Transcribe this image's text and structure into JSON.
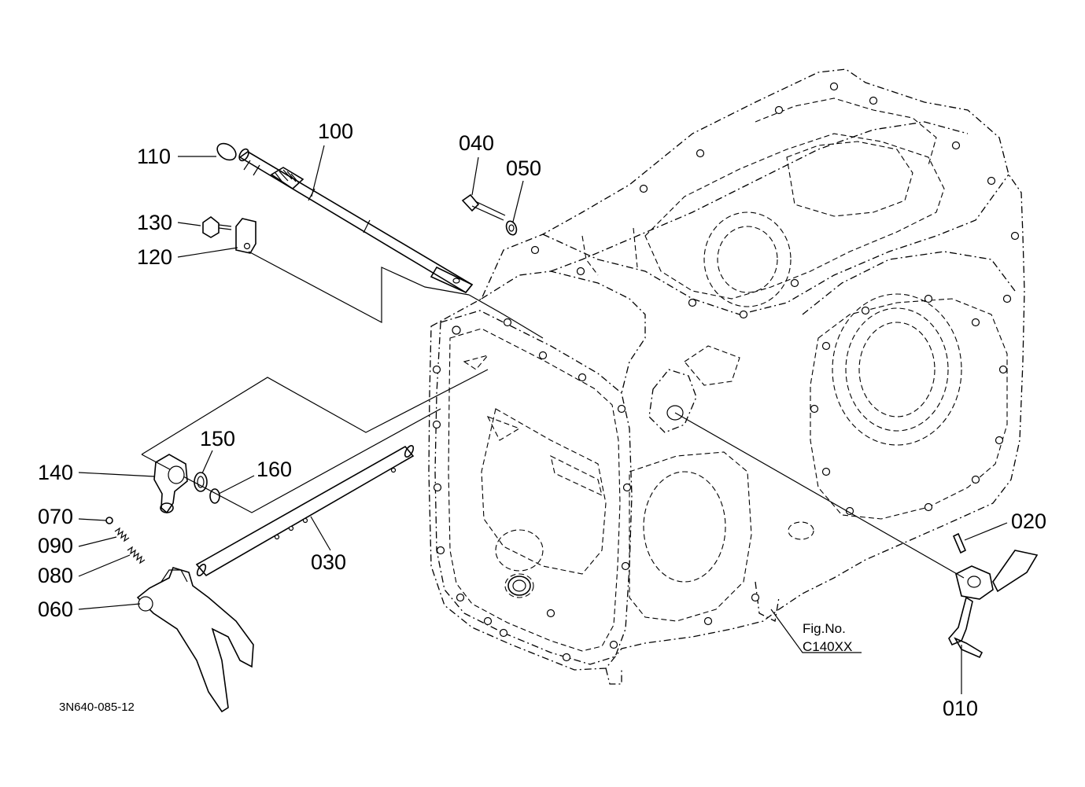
{
  "callouts": {
    "c010": "010",
    "c020": "020",
    "c030": "030",
    "c040": "040",
    "c050": "050",
    "c060": "060",
    "c070": "070",
    "c080": "080",
    "c090": "090",
    "c100": "100",
    "c110": "110",
    "c120": "120",
    "c130": "130",
    "c140": "140",
    "c150": "150",
    "c160": "160"
  },
  "figure_ref": {
    "label": "Fig.No.",
    "code": "C140XX"
  },
  "drawing_number": "3N640-085-12"
}
